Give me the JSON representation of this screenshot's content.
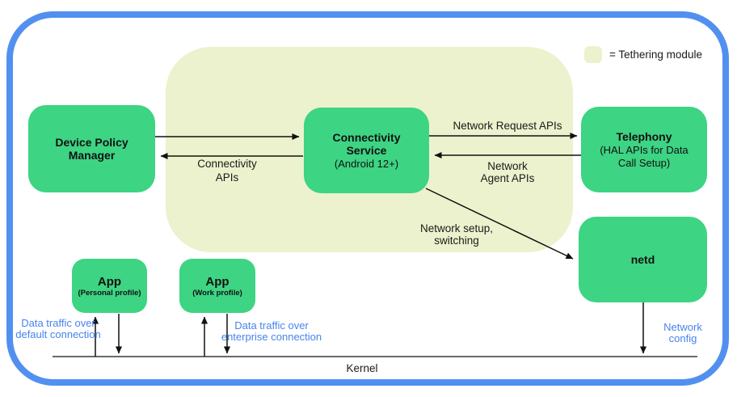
{
  "legend": {
    "label": "= Tethering module"
  },
  "colors": {
    "box_green": "#3dd483",
    "tethering_bg": "#ecf2cd",
    "border_blue": "#5290f0",
    "label_blue": "#4684ee",
    "line_black": "#111111"
  },
  "nodes": {
    "device_policy_manager": {
      "title": "Device Policy\nManager"
    },
    "connectivity_service": {
      "title": "Connectivity\nService",
      "subtitle": "(Android 12+)"
    },
    "telephony": {
      "title": "Telephony",
      "subtitle": "(HAL APIs for Data\nCall Setup)"
    },
    "netd": {
      "title": "netd"
    },
    "app_personal": {
      "title": "App",
      "subtitle": "(Personal profile)"
    },
    "app_work": {
      "title": "App",
      "subtitle": "(Work profile)"
    }
  },
  "edge_labels": {
    "connectivity_apis": "Connectivity\nAPIs",
    "network_request_apis": "Network Request APIs",
    "network_agent_apis": "Network\nAgent APIs",
    "network_setup_switching": "Network setup,\nswitching",
    "data_traffic_default": "Data traffic over\ndefault connection",
    "data_traffic_enterprise": "Data traffic over\nenterprise connection",
    "network_config": "Network\nconfig"
  },
  "kernel": {
    "label": "Kernel"
  }
}
